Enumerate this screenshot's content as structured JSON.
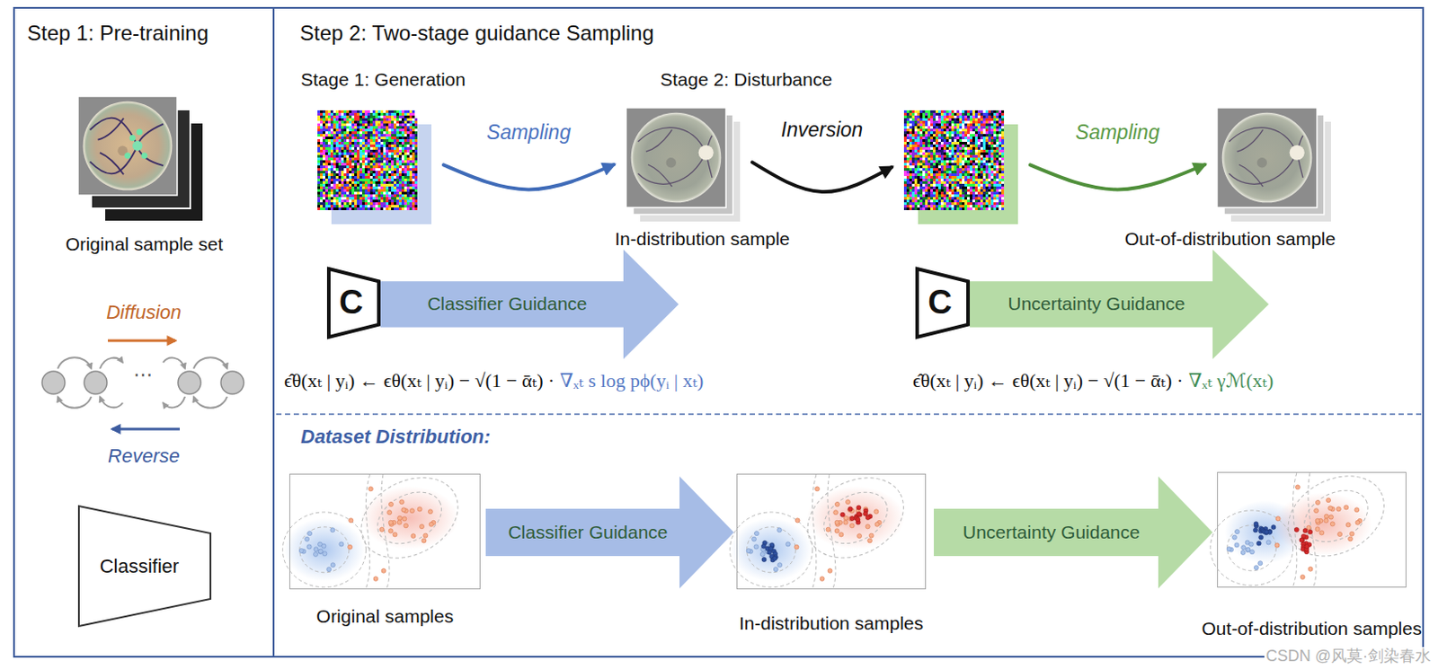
{
  "diagram": {
    "nodes": [
      {
        "text": [
          "Step 1: Pre-training"
        ]
      },
      {
        "text": [
          "Original sample set"
        ],
        "in": 0
      },
      {
        "text": [
          "Classifier"
        ],
        "in": 0
      },
      {
        "text": [
          "Step 2: Two-stage guidance Sampling"
        ]
      },
      {
        "text": [],
        "in": 3
      },
      {
        "text": [
          "In-distribution sample"
        ],
        "in": 3
      },
      {
        "text": [],
        "in": 3
      },
      {
        "text": [
          "Out-of-distribution sample"
        ],
        "in": 3
      },
      {
        "text": [
          "C"
        ],
        "in": 3
      },
      {
        "text": [
          "Classifier Guidance"
        ],
        "in": 3
      },
      {
        "text": [
          "C"
        ],
        "in": 3
      },
      {
        "text": [
          "Uncertainty Guidance"
        ],
        "in": 3
      },
      {
        "text": [
          "Original samples"
        ],
        "in": 3
      },
      {
        "text": [
          "Classifier Guidance"
        ],
        "in": 3
      },
      {
        "text": [
          "In-distribution samples"
        ],
        "in": 3
      },
      {
        "text": [
          "Uncertainty Guidance"
        ],
        "in": 3
      },
      {
        "text": [
          "Out-of-distribution samples"
        ],
        "in": 3
      }
    ],
    "edges": [
      {
        "from": 4,
        "to": 5,
        "label": "Sampling",
        "arrow": "to"
      },
      {
        "from": 5,
        "to": 6,
        "label": "Inversion",
        "arrow": "to"
      },
      {
        "from": 6,
        "to": 7,
        "label": "Sampling",
        "arrow": "to"
      }
    ],
    "labels": [
      "Stage 1: Generation",
      "Stage 2: Disturbance",
      "Diffusion",
      "⋯",
      "Reverse",
      "ϵ̂θ(xₜ | yᵢ) ← ϵθ(xₜ | yᵢ) − √(1 − ᾱₜ) ·",
      "∇ₓₜ s log pϕ(yᵢ | xₜ)",
      "ϵ̂θ(xₜ | yᵢ) ← ϵθ(xₜ | yᵢ) − √(1 − ᾱₜ) ·",
      "∇ₓₜ γℳ(xₜ)",
      "Dataset Distribution:",
      "CSDN @风莫·剑染春水"
    ]
  }
}
